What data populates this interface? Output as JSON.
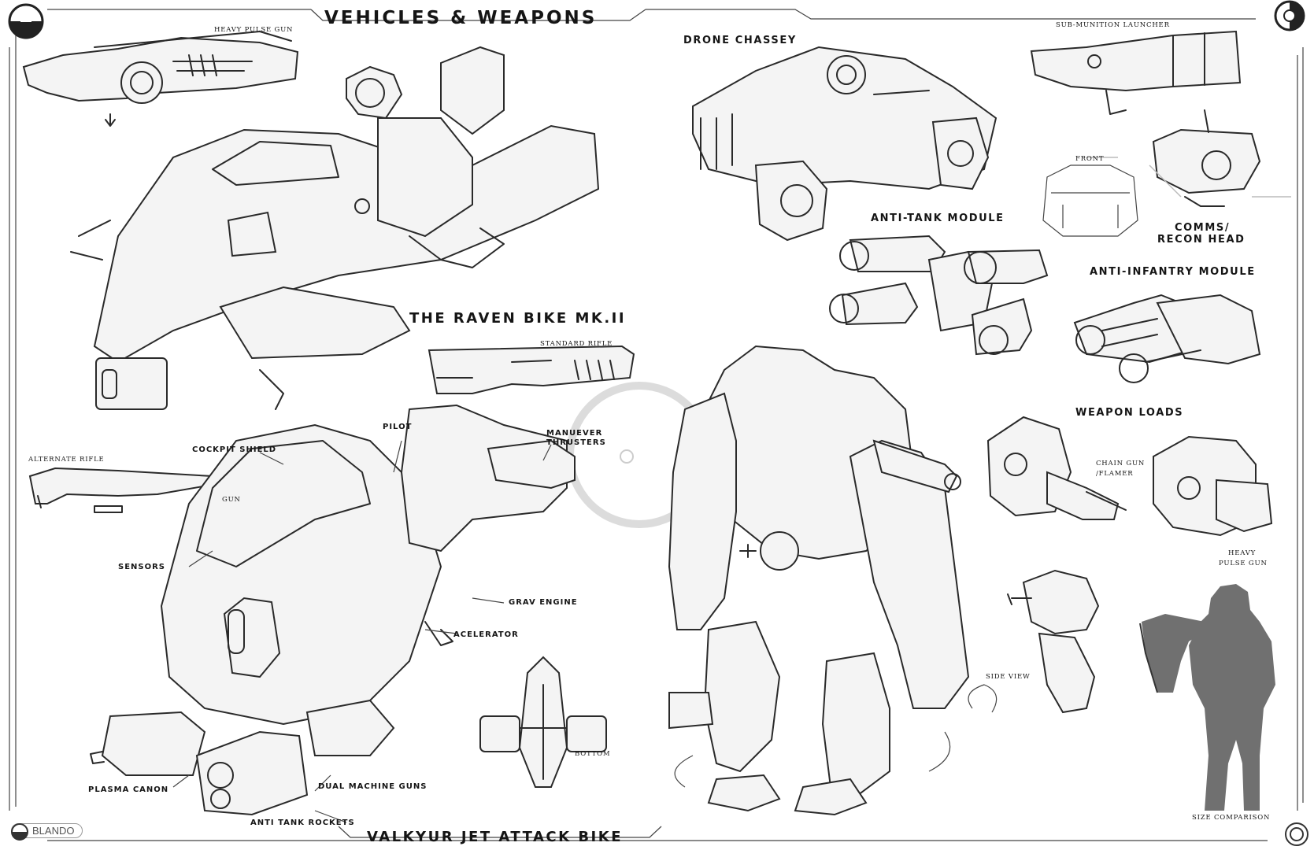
{
  "sheet": {
    "title": "Vehicles & Weapons",
    "artist_tag": "BLANDO"
  },
  "labels": {
    "heavy_pulse_gun_top": "Heavy Pulse Gun",
    "raven_bike": "The Raven Bike Mk.II",
    "standard_rifle": "Standard Rifle",
    "alternate_rifle": "Alternate Rifle",
    "cockpit_shield": "Cockpit Shield",
    "pilot": "Pilot",
    "maneuver_thrusters_1": "Manuever",
    "maneuver_thrusters_2": "Thrusters",
    "gun": "Gun",
    "sensors": "Sensors",
    "grav_engine": "Grav Engine",
    "acelerator": "Acelerator",
    "bottom": "Bottom",
    "plasma_canon": "Plasma Canon",
    "dual_machine_guns": "Dual Machine Guns",
    "anti_tank_rockets": "Anti Tank Rockets",
    "valkyur": "Valkyur Jet Attack Bike",
    "drone_chassey": "Drone Chassey",
    "anti_tank_module": "Anti-Tank Module",
    "sub_munition_launcher": "Sub-Munition Launcher",
    "front": "Front",
    "comms_1": "Comms/",
    "comms_2": "Recon Head",
    "anti_infantry_module": "Anti-Infantry Module",
    "weapon_loads": "Weapon Loads",
    "chain_gun_1": "Chain Gun",
    "chain_gun_2": "/Flamer",
    "heavy_pulse_gun_1": "Heavy",
    "heavy_pulse_gun_2": "Pulse Gun",
    "side_view": "Side View",
    "size_comparison": "Size Comparison"
  },
  "colors": {
    "ink": "#2a2a2a",
    "paper": "#ffffff",
    "silhouette": "#707070",
    "watermark": "#d8d8d8"
  }
}
